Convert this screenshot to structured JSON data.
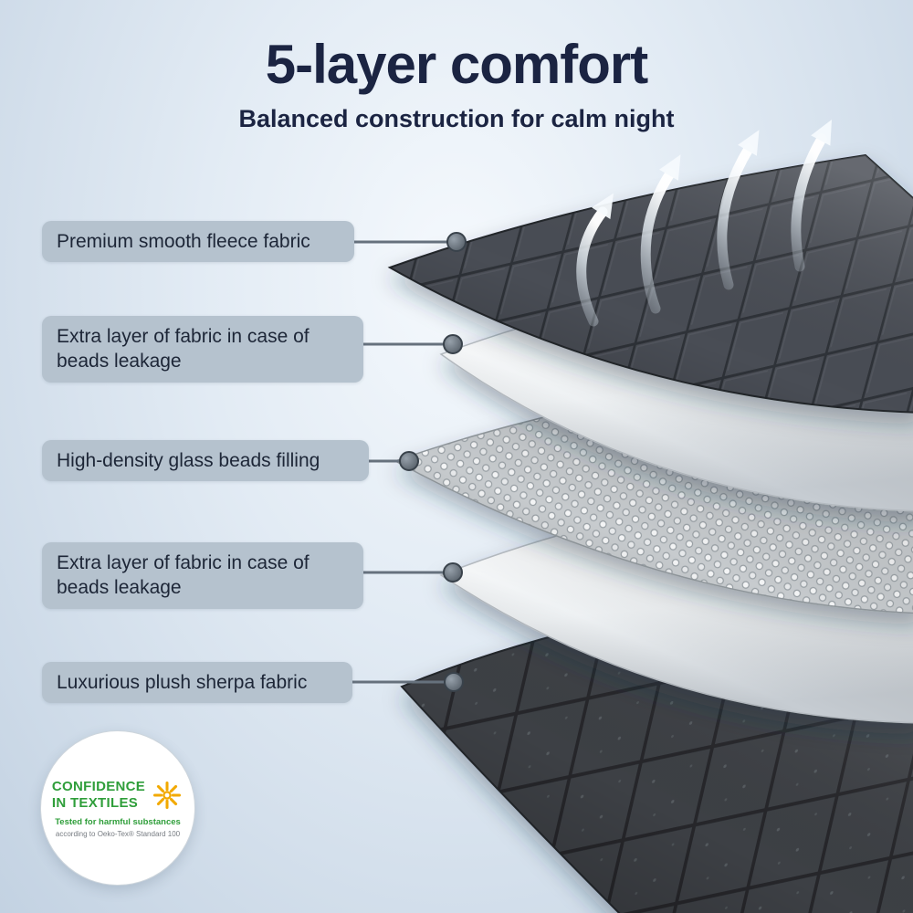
{
  "header": {
    "title": "5-layer comfort",
    "subtitle": "Balanced construction for calm night"
  },
  "labels": [
    {
      "text": "Premium smooth fleece fabric"
    },
    {
      "text": "Extra layer of fabric in case of beads leakage"
    },
    {
      "text": "High-density glass beads filling"
    },
    {
      "text": "Extra layer of fabric in case of beads leakage"
    },
    {
      "text": "Luxurious plush sherpa fabric"
    }
  ],
  "badge": {
    "line1": "CONFIDENCE",
    "line2": "IN TEXTILES",
    "line3": "Tested for harmful substances",
    "line4": "according to Oeko-Tex® Standard 100"
  },
  "colors": {
    "title_text": "#1b2442",
    "label_bg": "#b5c2ce",
    "label_text": "#1d2637",
    "connector": "#66717d",
    "badge_green": "#2f9e3a",
    "badge_note": "#777c82",
    "flower_gold": "#f2a900"
  }
}
